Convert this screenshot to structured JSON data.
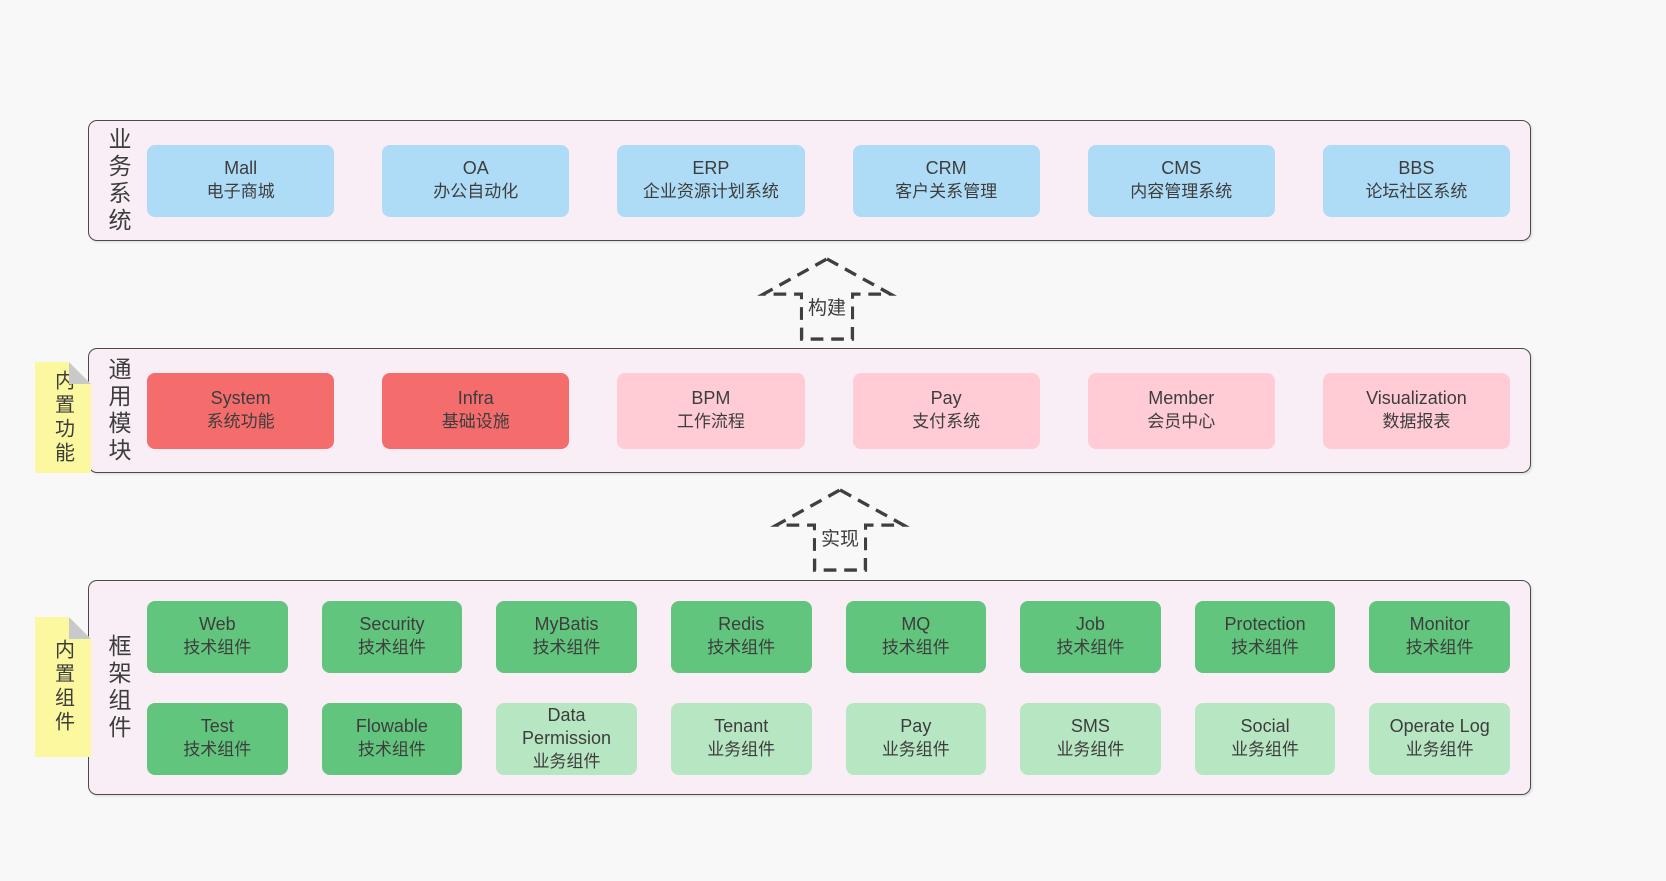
{
  "colors": {
    "page_bg": "#f8f8f8",
    "panel_bg": "#f9edf6",
    "panel_border": "#4a4a4a",
    "box_blue": "#aedcf6",
    "box_red": "#f56c6c",
    "box_pink": "#ffccd5",
    "box_green": "#62c57d",
    "box_green_light": "#b7e6c3",
    "sticky_bg": "#fbf8a0",
    "sticky_fold": "#c9c9c9",
    "text": "#3d3d3d",
    "arrow_stroke": "#3f3f3f"
  },
  "arrows": [
    {
      "label": "构建"
    },
    {
      "label": "实现"
    }
  ],
  "stickies": [
    {
      "label": "内置功能"
    },
    {
      "label": "内置组件"
    }
  ],
  "sections": [
    {
      "label": "业务系统",
      "boxes": [
        {
          "title": "Mall",
          "subtitle": "电子商城",
          "variant": "blue"
        },
        {
          "title": "OA",
          "subtitle": "办公自动化",
          "variant": "blue"
        },
        {
          "title": "ERP",
          "subtitle": "企业资源计划系统",
          "variant": "blue"
        },
        {
          "title": "CRM",
          "subtitle": "客户关系管理",
          "variant": "blue"
        },
        {
          "title": "CMS",
          "subtitle": "内容管理系统",
          "variant": "blue"
        },
        {
          "title": "BBS",
          "subtitle": "论坛社区系统",
          "variant": "blue"
        }
      ]
    },
    {
      "label": "通用模块",
      "boxes": [
        {
          "title": "System",
          "subtitle": "系统功能",
          "variant": "red"
        },
        {
          "title": "Infra",
          "subtitle": "基础设施",
          "variant": "red"
        },
        {
          "title": "BPM",
          "subtitle": "工作流程",
          "variant": "pink"
        },
        {
          "title": "Pay",
          "subtitle": "支付系统",
          "variant": "pink"
        },
        {
          "title": "Member",
          "subtitle": "会员中心",
          "variant": "pink"
        },
        {
          "title": "Visualization",
          "subtitle": "数据报表",
          "variant": "pink"
        }
      ]
    },
    {
      "label": "框架组件",
      "rows": [
        [
          {
            "title": "Web",
            "subtitle": "技术组件",
            "variant": "green"
          },
          {
            "title": "Security",
            "subtitle": "技术组件",
            "variant": "green"
          },
          {
            "title": "MyBatis",
            "subtitle": "技术组件",
            "variant": "green"
          },
          {
            "title": "Redis",
            "subtitle": "技术组件",
            "variant": "green"
          },
          {
            "title": "MQ",
            "subtitle": "技术组件",
            "variant": "green"
          },
          {
            "title": "Job",
            "subtitle": "技术组件",
            "variant": "green"
          },
          {
            "title": "Protection",
            "subtitle": "技术组件",
            "variant": "green"
          },
          {
            "title": "Monitor",
            "subtitle": "技术组件",
            "variant": "green"
          }
        ],
        [
          {
            "title": "Test",
            "subtitle": "技术组件",
            "variant": "green"
          },
          {
            "title": "Flowable",
            "subtitle": "技术组件",
            "variant": "green"
          },
          {
            "title": "Data Permission",
            "subtitle": "业务组件",
            "variant": "green-light"
          },
          {
            "title": "Tenant",
            "subtitle": "业务组件",
            "variant": "green-light"
          },
          {
            "title": "Pay",
            "subtitle": "业务组件",
            "variant": "green-light"
          },
          {
            "title": "SMS",
            "subtitle": "业务组件",
            "variant": "green-light"
          },
          {
            "title": "Social",
            "subtitle": "业务组件",
            "variant": "green-light"
          },
          {
            "title": "Operate Log",
            "subtitle": "业务组件",
            "variant": "green-light"
          }
        ]
      ]
    }
  ]
}
